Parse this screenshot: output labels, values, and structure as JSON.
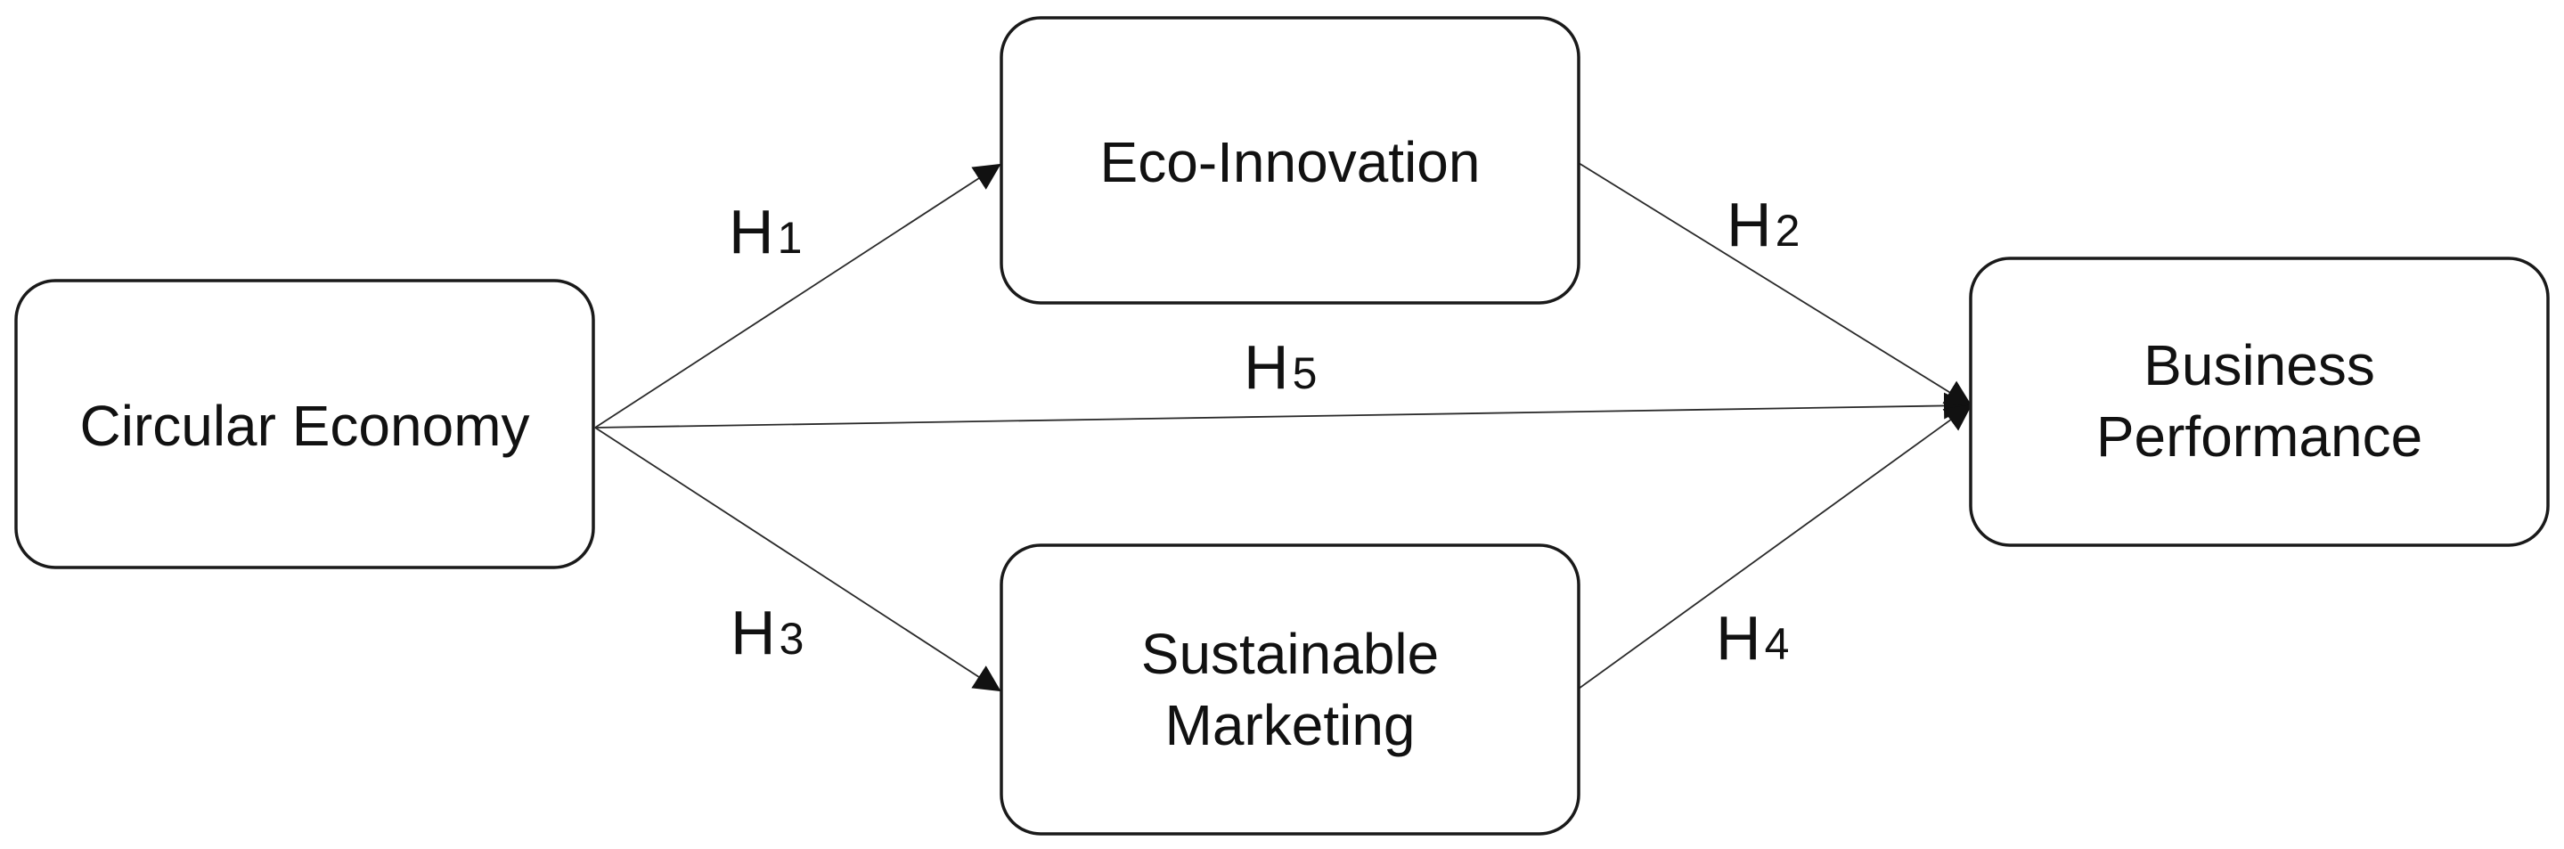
{
  "nodes": {
    "circular_economy": {
      "lines": [
        "Circular Economy"
      ]
    },
    "eco_innovation": {
      "lines": [
        "Eco-Innovation"
      ]
    },
    "sustainable_marketing": {
      "lines": [
        "Sustainable",
        "Marketing"
      ]
    },
    "business_performance": {
      "lines": [
        "Business",
        "Performance"
      ]
    }
  },
  "edges": {
    "h1": {
      "letter": "H",
      "number": "1",
      "from": "Circular Economy",
      "to": "Eco-Innovation"
    },
    "h2": {
      "letter": "H",
      "number": "2",
      "from": "Eco-Innovation",
      "to": "Business Performance"
    },
    "h3": {
      "letter": "H",
      "number": "3",
      "from": "Circular Economy",
      "to": "Sustainable Marketing"
    },
    "h4": {
      "letter": "H",
      "number": "4",
      "from": "Sustainable Marketing",
      "to": "Business Performance"
    },
    "h5": {
      "letter": "H",
      "number": "5",
      "from": "Circular Economy",
      "to": "Business Performance"
    }
  }
}
